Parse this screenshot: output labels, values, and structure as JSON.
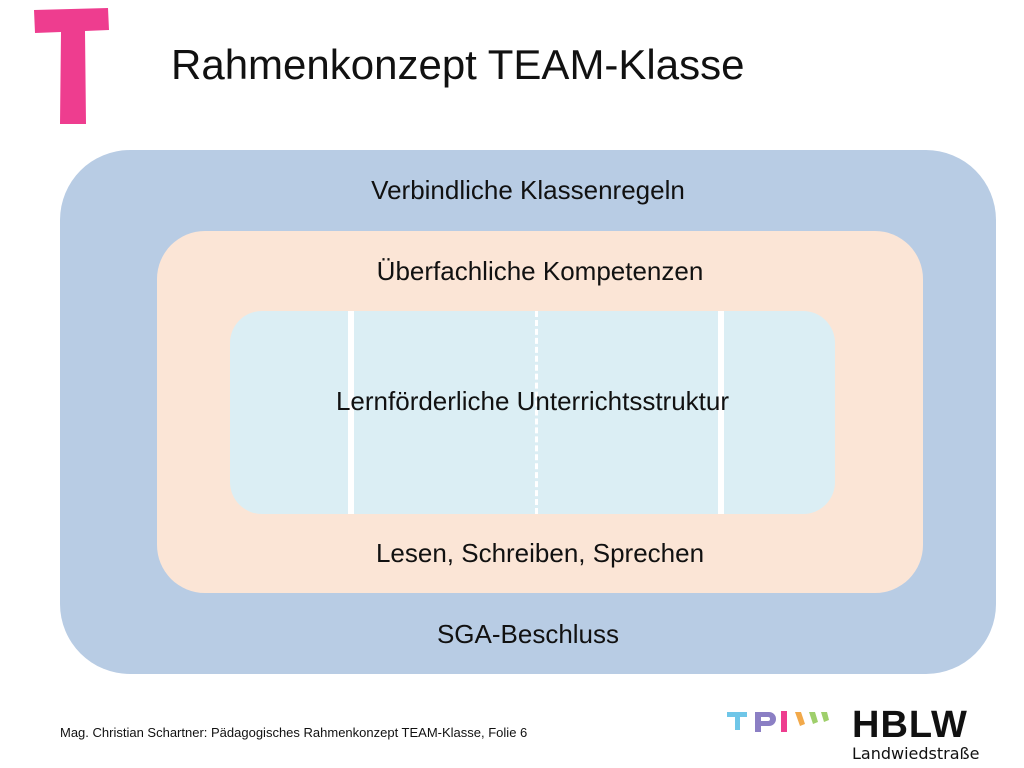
{
  "slide": {
    "title": "Rahmenkonzept TEAM-Klasse",
    "footer": "Mag. Christian Schartner: Pädagogisches Rahmenkonzept TEAM-Klasse, Folie 6"
  },
  "diagram": {
    "outer": {
      "top_label": "Verbindliche Klassenregeln",
      "bottom_label": "SGA-Beschluss",
      "color": "#b8cce4"
    },
    "middle": {
      "top_label": "Überfachliche Kompetenzen",
      "bottom_label": "Lesen, Schreiben, Sprechen",
      "color": "#fbe5d6"
    },
    "inner": {
      "label": "Lernförderliche Unterrichtsstruktur",
      "color": "#dbeef4"
    }
  },
  "branding": {
    "logo_letter": "T",
    "logo_color": "#ee3d8f",
    "school_logo": "HBLW",
    "school_name": "Landwiedstraße"
  }
}
